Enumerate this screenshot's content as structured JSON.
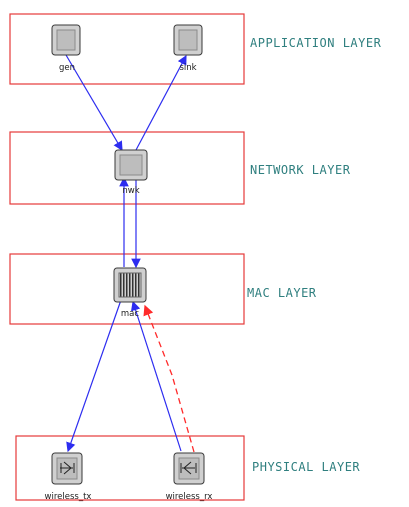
{
  "layers": {
    "application": "APPLICATION LAYER",
    "network": "NETWORK LAYER",
    "mac": "MAC LAYER",
    "physical": "PHYSICAL LAYER"
  },
  "modules": {
    "gen": "gen",
    "sink": "sink",
    "nwk": "nwk",
    "mac": "mac",
    "wireless_tx": "wireless_tx",
    "wireless_rx": "wireless_rx"
  },
  "colors": {
    "layer_border": "#e53a3a",
    "layer_text": "#2f7f7f",
    "link": "#2d2df0",
    "dashed_link": "#ff2a2a"
  }
}
